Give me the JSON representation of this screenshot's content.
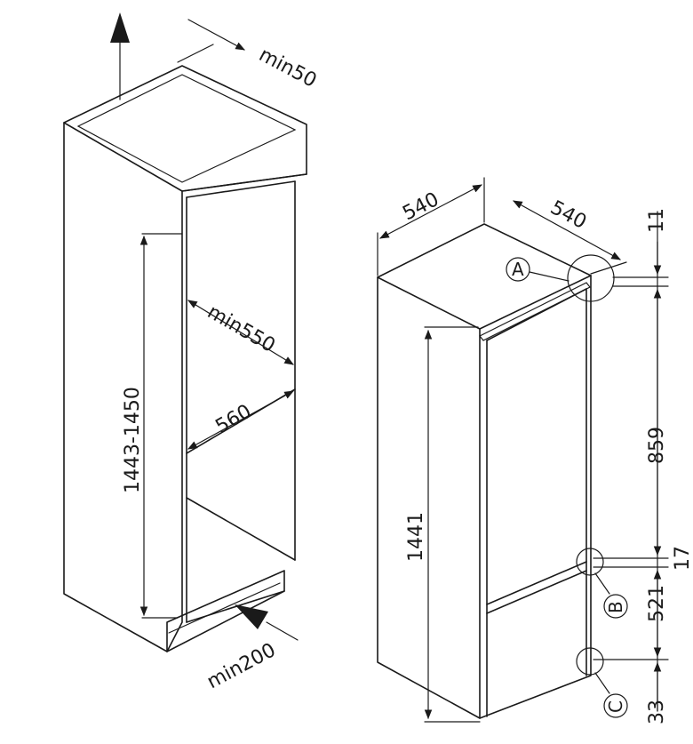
{
  "cabinet": {
    "dim_top_clearance": "min50",
    "dim_height": "1443-1450",
    "dim_depth": "min550",
    "dim_width": "560",
    "dim_bottom_vent": "min200"
  },
  "appliance": {
    "dim_width": "540",
    "dim_depth": "540",
    "dim_height": "1441",
    "dim_top_offset": "11",
    "dim_upper_hinge": "859",
    "dim_middle_gap": "17",
    "dim_lower_door": "521",
    "dim_bottom_offset": "33",
    "marker_a": "A",
    "marker_b": "B",
    "marker_c": "C"
  },
  "colors": {
    "stroke": "#1a1a1a",
    "background": "#ffffff"
  }
}
